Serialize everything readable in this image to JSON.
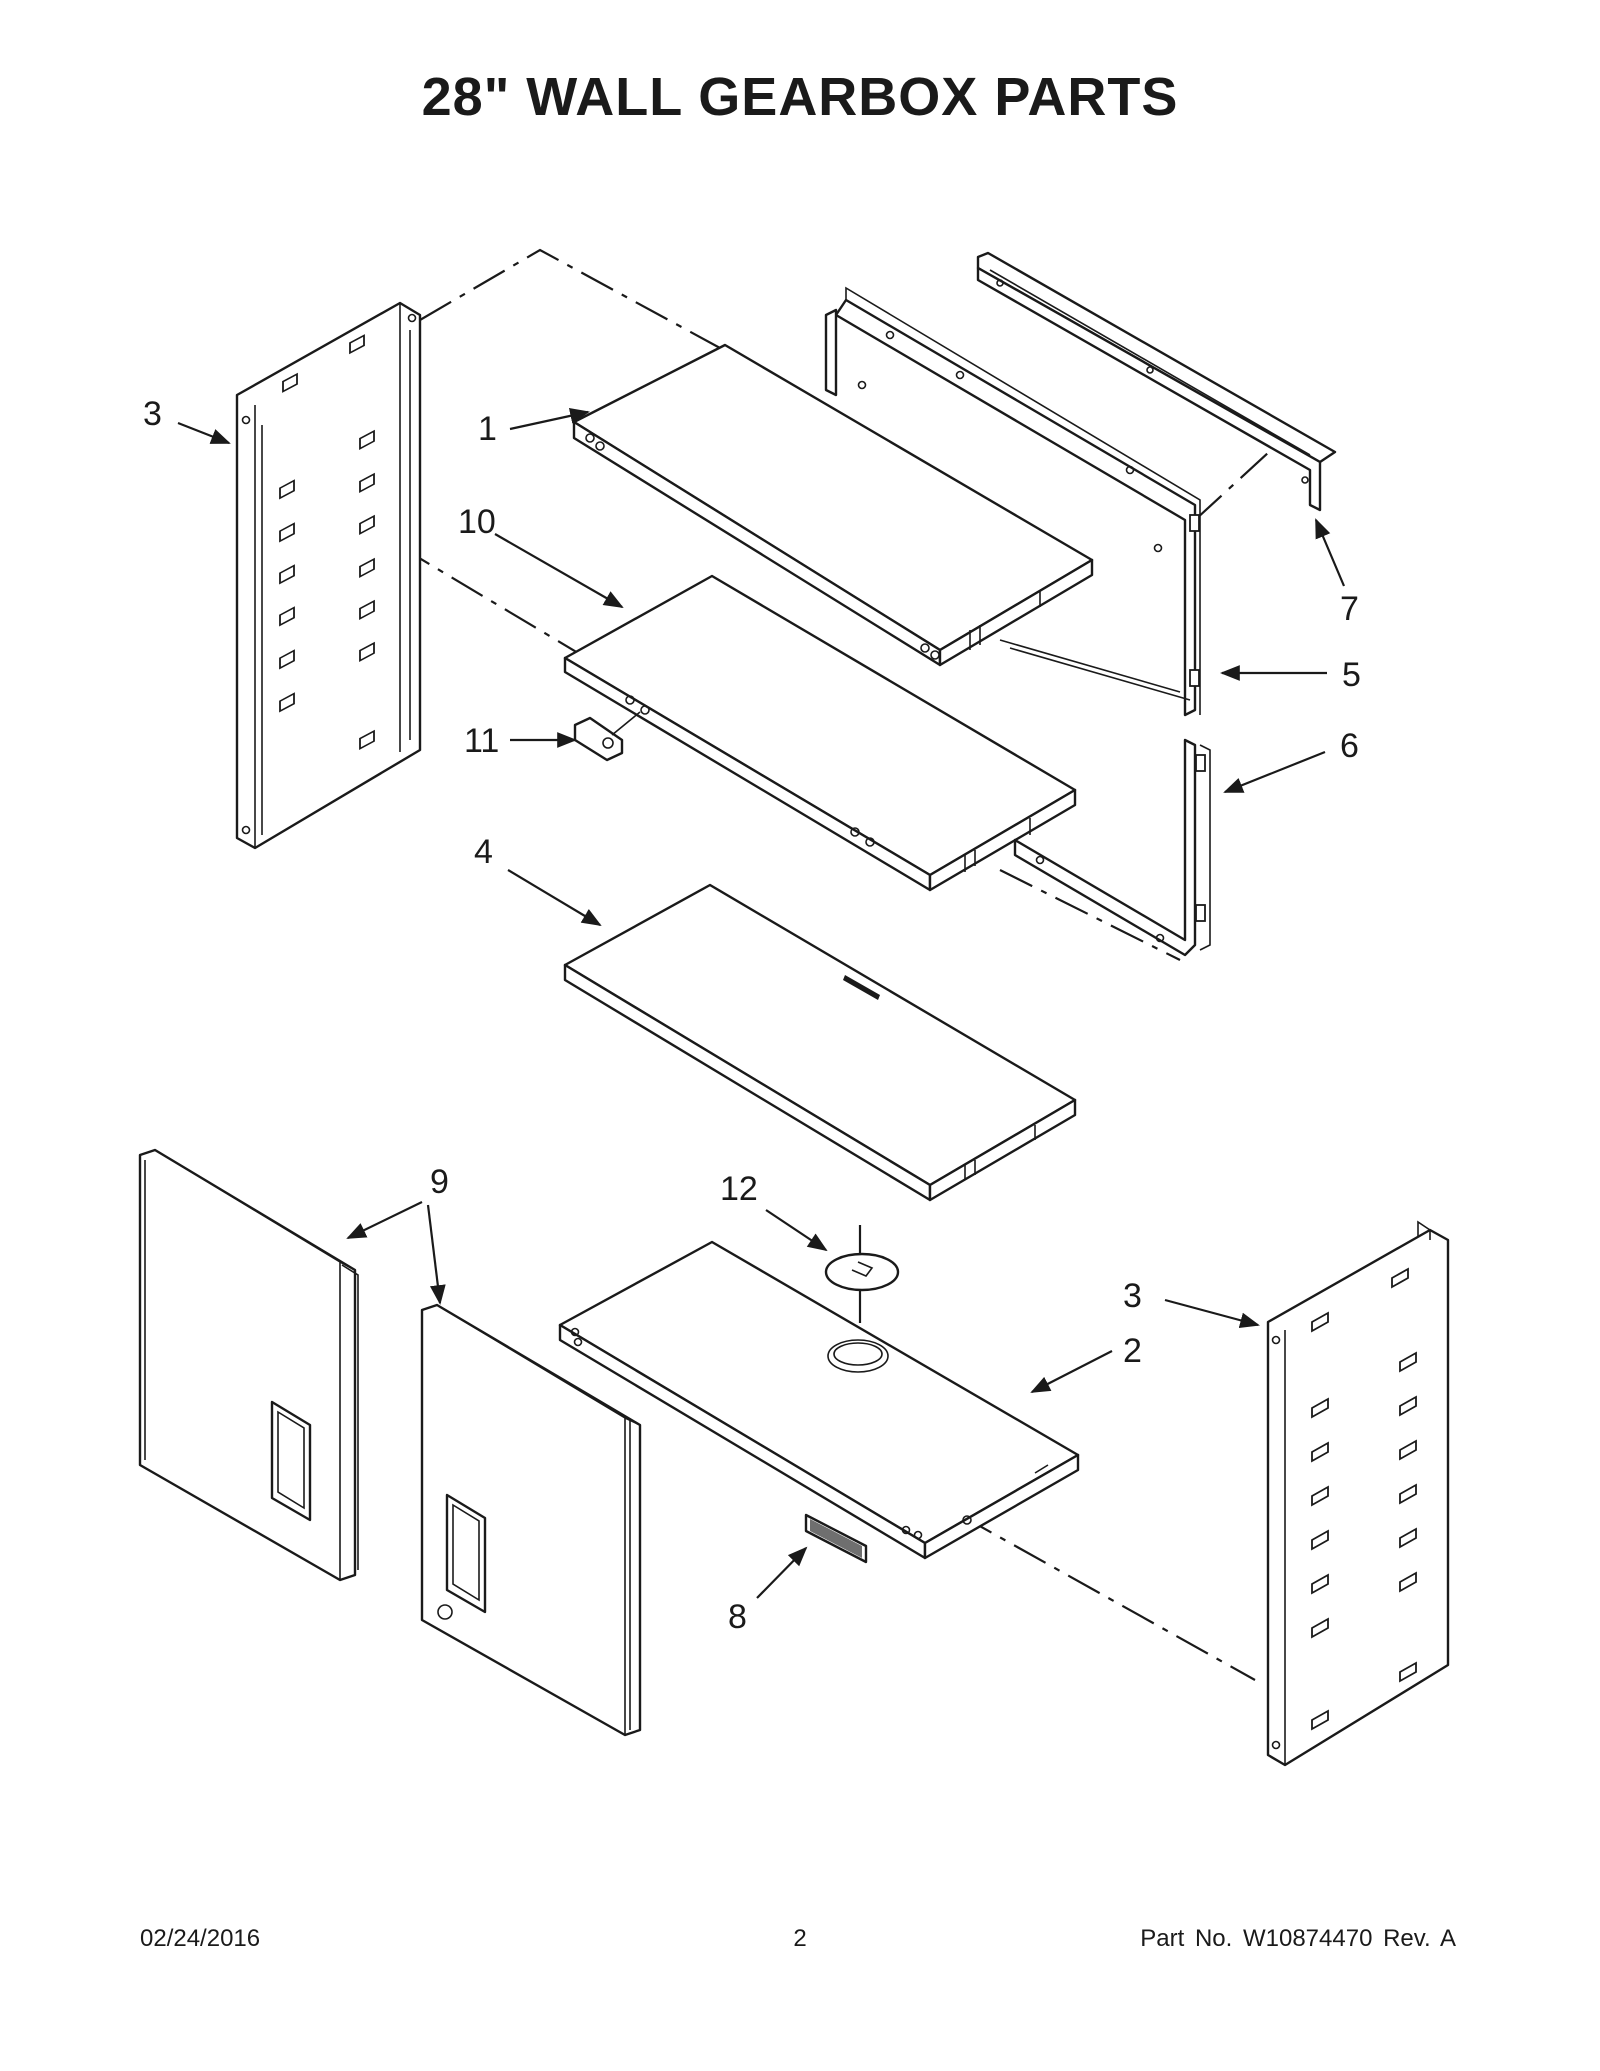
{
  "page": {
    "title": "28\" WALL GEARBOX PARTS",
    "date": "02/24/2016",
    "page_number": "2",
    "part_number": "Part No.  W10874470  Rev.  A"
  },
  "callouts": {
    "c1": "1",
    "c2": "2",
    "c3_top": "3",
    "c3_bottom": "3",
    "c4": "4",
    "c5": "5",
    "c6": "6",
    "c7": "7",
    "c8": "8",
    "c9": "9",
    "c10": "10",
    "c11": "11",
    "c12": "12"
  },
  "colors": {
    "ink": "#1a1a1a",
    "paper": "#ffffff"
  }
}
